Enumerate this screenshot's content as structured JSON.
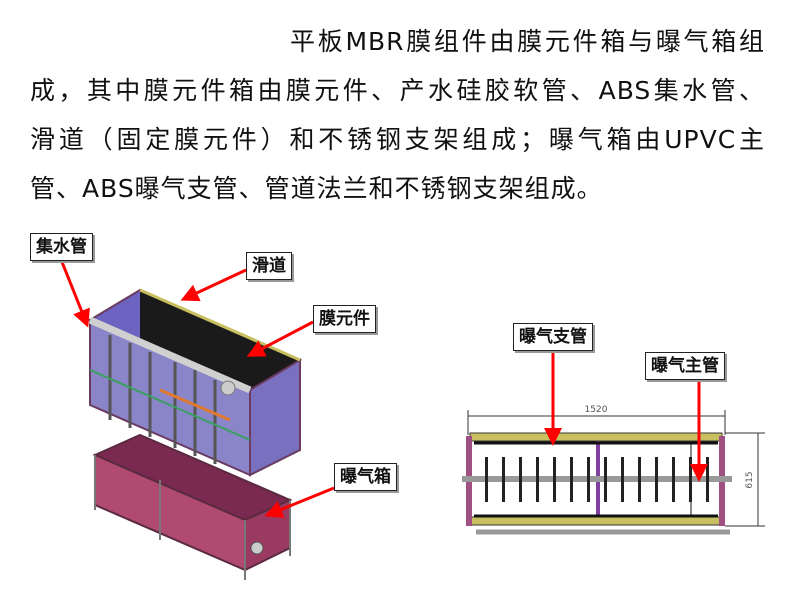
{
  "paragraph": {
    "lines": [
      "平板MBR膜组件由膜元件箱与曝气箱组",
      "成，其中膜元件箱由膜元件、产水硅胶软管、ABS集水管、",
      "滑道（固定膜元件）和不锈钢支架组成；曝气箱由UPVC主",
      "管、ABS曝气支管、管道法兰和不锈钢支架组成。"
    ]
  },
  "left_diagram": {
    "labels": {
      "collector_pipe": "集水管",
      "slide_rail": "滑道",
      "membrane_element": "膜元件",
      "aeration_box": "曝气箱"
    }
  },
  "right_diagram": {
    "labels": {
      "aeration_branch": "曝气支管",
      "aeration_main": "曝气主管"
    },
    "dimensions": {
      "width": "1520",
      "height": "615"
    }
  },
  "colors": {
    "arrow": "#ff0000",
    "frame": "#8e4a7a",
    "rail": "#c8c060",
    "panel": "#7a70c8"
  }
}
